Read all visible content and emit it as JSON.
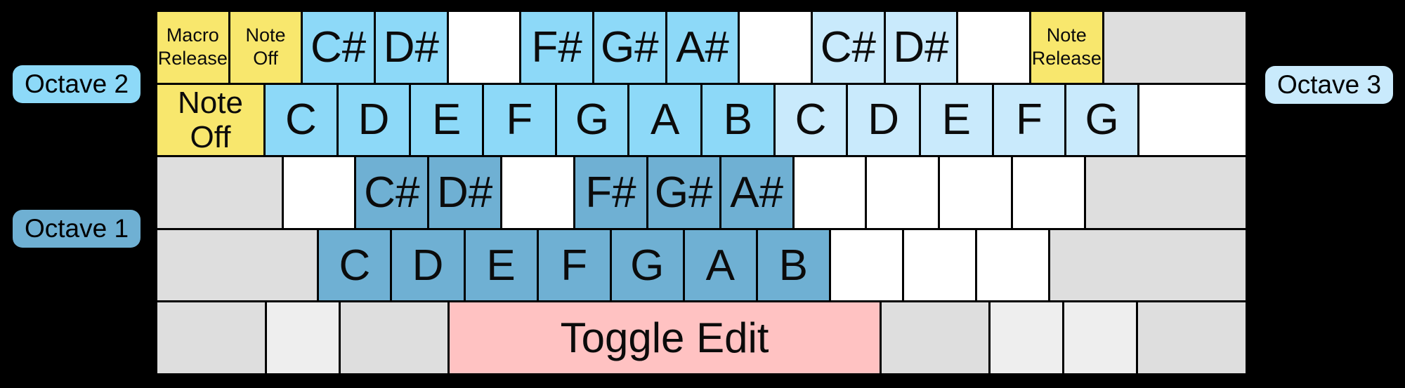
{
  "badges": {
    "octave1": {
      "label": "Octave 1"
    },
    "octave2": {
      "label": "Octave 2"
    },
    "octave3": {
      "label": "Octave 3"
    }
  },
  "colors": {
    "background": "#000000",
    "octave1_key": "#6FB0D3",
    "octave2_key": "#8DD9F8",
    "octave3_key": "#C9EAFC",
    "command_key": "#F8E76D",
    "space_key": "#FFC2C2",
    "modifier_key": "#DEDEDE",
    "modifier_key_light": "#EEEEEE",
    "blank_key": "#FFFFFF",
    "key_text": "#0b0b0b"
  },
  "keyboard": {
    "rows": [
      {
        "name": "number-row",
        "keys": [
          {
            "label": "Macro\nRelease",
            "color": "command",
            "u": 1,
            "size": "sm",
            "name": "key-macro-release"
          },
          {
            "label": "Note\nOff",
            "color": "command",
            "u": 1,
            "size": "sm",
            "name": "key-note-off"
          },
          {
            "label": "C#",
            "color": "oct2",
            "u": 1,
            "size": "note",
            "name": "key-note-csharp-oct2"
          },
          {
            "label": "D#",
            "color": "oct2",
            "u": 1,
            "size": "note",
            "name": "key-note-dsharp-oct2"
          },
          {
            "label": "",
            "color": "blank",
            "u": 1,
            "name": "key-blank"
          },
          {
            "label": "F#",
            "color": "oct2",
            "u": 1,
            "size": "note",
            "name": "key-note-fsharp-oct2"
          },
          {
            "label": "G#",
            "color": "oct2",
            "u": 1,
            "size": "note",
            "name": "key-note-gsharp-oct2"
          },
          {
            "label": "A#",
            "color": "oct2",
            "u": 1,
            "size": "note",
            "name": "key-note-asharp-oct2"
          },
          {
            "label": "",
            "color": "blank",
            "u": 1,
            "name": "key-blank"
          },
          {
            "label": "C#",
            "color": "oct3",
            "u": 1,
            "size": "note",
            "name": "key-note-csharp-oct3"
          },
          {
            "label": "D#",
            "color": "oct3",
            "u": 1,
            "size": "note",
            "name": "key-note-dsharp-oct3"
          },
          {
            "label": "",
            "color": "blank",
            "u": 1,
            "name": "key-blank"
          },
          {
            "label": "Note\nRelease",
            "color": "command",
            "u": 1,
            "size": "sm",
            "name": "key-note-release"
          },
          {
            "label": "",
            "color": "mod",
            "u": 2,
            "name": "key-modifier-blank"
          }
        ]
      },
      {
        "name": "tab-row",
        "keys": [
          {
            "label": "Note\nOff",
            "color": "command",
            "u": 1.5,
            "size": "md",
            "name": "key-note-off-tab"
          },
          {
            "label": "C",
            "color": "oct2",
            "u": 1,
            "size": "note",
            "name": "key-note-c-oct2"
          },
          {
            "label": "D",
            "color": "oct2",
            "u": 1,
            "size": "note",
            "name": "key-note-d-oct2"
          },
          {
            "label": "E",
            "color": "oct2",
            "u": 1,
            "size": "note",
            "name": "key-note-e-oct2"
          },
          {
            "label": "F",
            "color": "oct2",
            "u": 1,
            "size": "note",
            "name": "key-note-f-oct2"
          },
          {
            "label": "G",
            "color": "oct2",
            "u": 1,
            "size": "note",
            "name": "key-note-g-oct2"
          },
          {
            "label": "A",
            "color": "oct2",
            "u": 1,
            "size": "note",
            "name": "key-note-a-oct2"
          },
          {
            "label": "B",
            "color": "oct2",
            "u": 1,
            "size": "note",
            "name": "key-note-b-oct2"
          },
          {
            "label": "C",
            "color": "oct3",
            "u": 1,
            "size": "note",
            "name": "key-note-c-oct3"
          },
          {
            "label": "D",
            "color": "oct3",
            "u": 1,
            "size": "note",
            "name": "key-note-d-oct3"
          },
          {
            "label": "E",
            "color": "oct3",
            "u": 1,
            "size": "note",
            "name": "key-note-e-oct3"
          },
          {
            "label": "F",
            "color": "oct3",
            "u": 1,
            "size": "note",
            "name": "key-note-f-oct3"
          },
          {
            "label": "G",
            "color": "oct3",
            "u": 1,
            "size": "note",
            "name": "key-note-g-oct3"
          },
          {
            "label": "",
            "color": "blank",
            "u": 1.5,
            "name": "key-blank"
          }
        ]
      },
      {
        "name": "caps-row",
        "keys": [
          {
            "label": "",
            "color": "mod",
            "u": 1.75,
            "name": "key-modifier-blank"
          },
          {
            "label": "",
            "color": "blank",
            "u": 1,
            "name": "key-blank"
          },
          {
            "label": "C#",
            "color": "oct1",
            "u": 1,
            "size": "note",
            "name": "key-note-csharp-oct1"
          },
          {
            "label": "D#",
            "color": "oct1",
            "u": 1,
            "size": "note",
            "name": "key-note-dsharp-oct1"
          },
          {
            "label": "",
            "color": "blank",
            "u": 1,
            "name": "key-blank"
          },
          {
            "label": "F#",
            "color": "oct1",
            "u": 1,
            "size": "note",
            "name": "key-note-fsharp-oct1"
          },
          {
            "label": "G#",
            "color": "oct1",
            "u": 1,
            "size": "note",
            "name": "key-note-gsharp-oct1"
          },
          {
            "label": "A#",
            "color": "oct1",
            "u": 1,
            "size": "note",
            "name": "key-note-asharp-oct1"
          },
          {
            "label": "",
            "color": "blank",
            "u": 1,
            "name": "key-blank"
          },
          {
            "label": "",
            "color": "blank",
            "u": 1,
            "name": "key-blank"
          },
          {
            "label": "",
            "color": "blank",
            "u": 1,
            "name": "key-blank"
          },
          {
            "label": "",
            "color": "blank",
            "u": 1,
            "name": "key-blank"
          },
          {
            "label": "",
            "color": "mod",
            "u": 2.25,
            "name": "key-modifier-blank"
          }
        ]
      },
      {
        "name": "shift-row",
        "keys": [
          {
            "label": "",
            "color": "mod",
            "u": 2.25,
            "name": "key-modifier-blank"
          },
          {
            "label": "C",
            "color": "oct1",
            "u": 1,
            "size": "note",
            "name": "key-note-c-oct1"
          },
          {
            "label": "D",
            "color": "oct1",
            "u": 1,
            "size": "note",
            "name": "key-note-d-oct1"
          },
          {
            "label": "E",
            "color": "oct1",
            "u": 1,
            "size": "note",
            "name": "key-note-e-oct1"
          },
          {
            "label": "F",
            "color": "oct1",
            "u": 1,
            "size": "note",
            "name": "key-note-f-oct1"
          },
          {
            "label": "G",
            "color": "oct1",
            "u": 1,
            "size": "note",
            "name": "key-note-g-oct1"
          },
          {
            "label": "A",
            "color": "oct1",
            "u": 1,
            "size": "note",
            "name": "key-note-a-oct1"
          },
          {
            "label": "B",
            "color": "oct1",
            "u": 1,
            "size": "note",
            "name": "key-note-b-oct1"
          },
          {
            "label": "",
            "color": "blank",
            "u": 1,
            "name": "key-blank"
          },
          {
            "label": "",
            "color": "blank",
            "u": 1,
            "name": "key-blank"
          },
          {
            "label": "",
            "color": "blank",
            "u": 1,
            "name": "key-blank"
          },
          {
            "label": "",
            "color": "mod",
            "u": 2.75,
            "name": "key-modifier-blank"
          }
        ]
      },
      {
        "name": "bottom-row",
        "keys": [
          {
            "label": "",
            "color": "mod",
            "u": 1.5,
            "name": "key-modifier-blank"
          },
          {
            "label": "",
            "color": "modlight",
            "u": 1,
            "name": "key-modifier-blank"
          },
          {
            "label": "",
            "color": "mod",
            "u": 1.5,
            "name": "key-modifier-blank"
          },
          {
            "label": "Toggle Edit",
            "color": "space",
            "u": 6,
            "size": "lg",
            "name": "key-toggle-edit"
          },
          {
            "label": "",
            "color": "mod",
            "u": 1.5,
            "name": "key-modifier-blank"
          },
          {
            "label": "",
            "color": "modlight",
            "u": 1,
            "name": "key-modifier-blank"
          },
          {
            "label": "",
            "color": "modlight",
            "u": 1,
            "name": "key-modifier-blank"
          },
          {
            "label": "",
            "color": "mod",
            "u": 1.5,
            "name": "key-modifier-blank"
          }
        ]
      }
    ]
  }
}
